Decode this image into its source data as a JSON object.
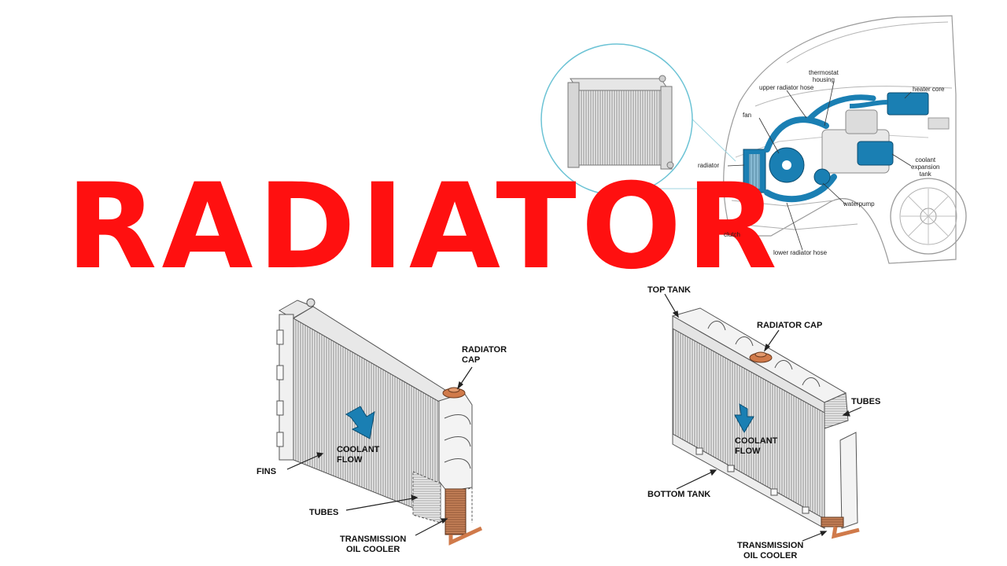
{
  "title": "RADIATOR",
  "colors": {
    "title": "#ff1010",
    "coolant": "#1a7fb3",
    "cap": "#d07a4a",
    "inset_ring": "#6cc3d5"
  },
  "car_diagram": {
    "labels": {
      "thermostat_housing": "thermostat\nhousing",
      "upper_radiator_hose": "upper radiator hose",
      "heater_core": "heater core",
      "fan": "fan",
      "radiator": "radiator",
      "coolant_expansion_tank": "coolant\nexpansion\ntank",
      "waterpump": "waterpump",
      "clutch": "clutch",
      "lower_radiator_hose": "lower radiator hose"
    }
  },
  "left_diagram": {
    "radiator_cap": "RADIATOR\nCAP",
    "coolant_flow": "COOLANT\nFLOW",
    "fins": "FINS",
    "tubes": "TUBES",
    "transmission_oil_cooler": "TRANSMISSION\nOIL COOLER"
  },
  "right_diagram": {
    "top_tank": "TOP TANK",
    "radiator_cap": "RADIATOR CAP",
    "tubes": "TUBES",
    "coolant_flow": "COOLANT\nFLOW",
    "bottom_tank": "BOTTOM TANK",
    "transmission_oil_cooler": "TRANSMISSION\nOIL COOLER"
  }
}
